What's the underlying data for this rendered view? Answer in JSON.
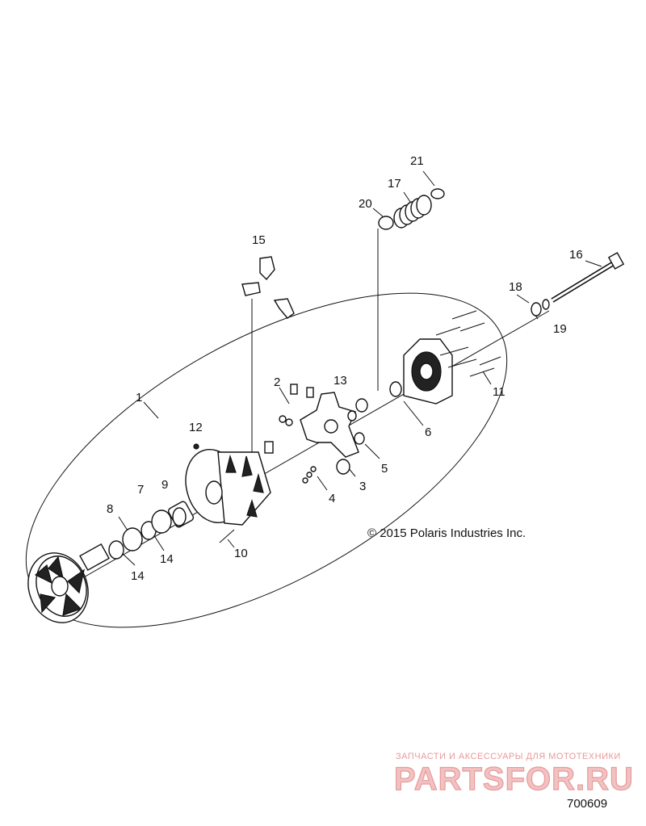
{
  "callouts": {
    "c1": "1",
    "c2": "2",
    "c3": "3",
    "c4": "4",
    "c5": "5",
    "c6": "6",
    "c7": "7",
    "c8": "8",
    "c9": "9",
    "c10": "10",
    "c11": "11",
    "c12": "12",
    "c13": "13",
    "c14a": "14",
    "c14b": "14",
    "c15": "15",
    "c16": "16",
    "c17": "17",
    "c18": "18",
    "c19": "19",
    "c20": "20",
    "c21": "21"
  },
  "copyright": "© 2015 Polaris Industries Inc.",
  "diagram_id": "700609",
  "watermark": {
    "tagline": "ЗАПЧАСТИ И АКСЕССУАРЫ ДЛЯ МОТОТЕХНИКИ",
    "brand": "PARTSFOR.RU"
  },
  "colors": {
    "line": "#111111",
    "watermark": "#e79a9a"
  }
}
